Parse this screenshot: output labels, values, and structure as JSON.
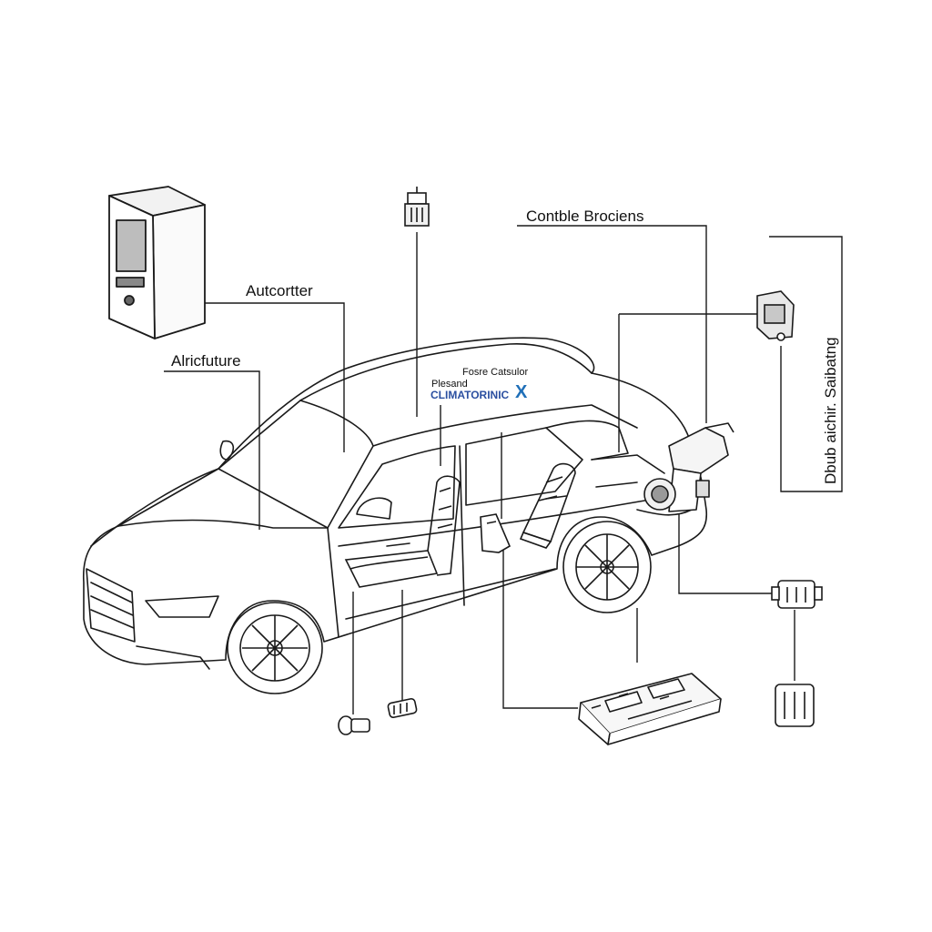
{
  "labels": {
    "autocontroller": "Autcortter",
    "alriculea": "Alricfuture",
    "contble": "Contble Brociens",
    "side_vertical": "Dbub aichir. Saibatng",
    "plate_small_1": "Fosre Catsulor",
    "plate_small_2": "Plesand",
    "plate_brand": "CLIMATORINIC",
    "plate_mark": "X"
  },
  "colors": {
    "line": "#1a1a1a",
    "brand": "#2b4fa0",
    "brand_mark": "#1f6fb8",
    "background": "#ffffff"
  }
}
